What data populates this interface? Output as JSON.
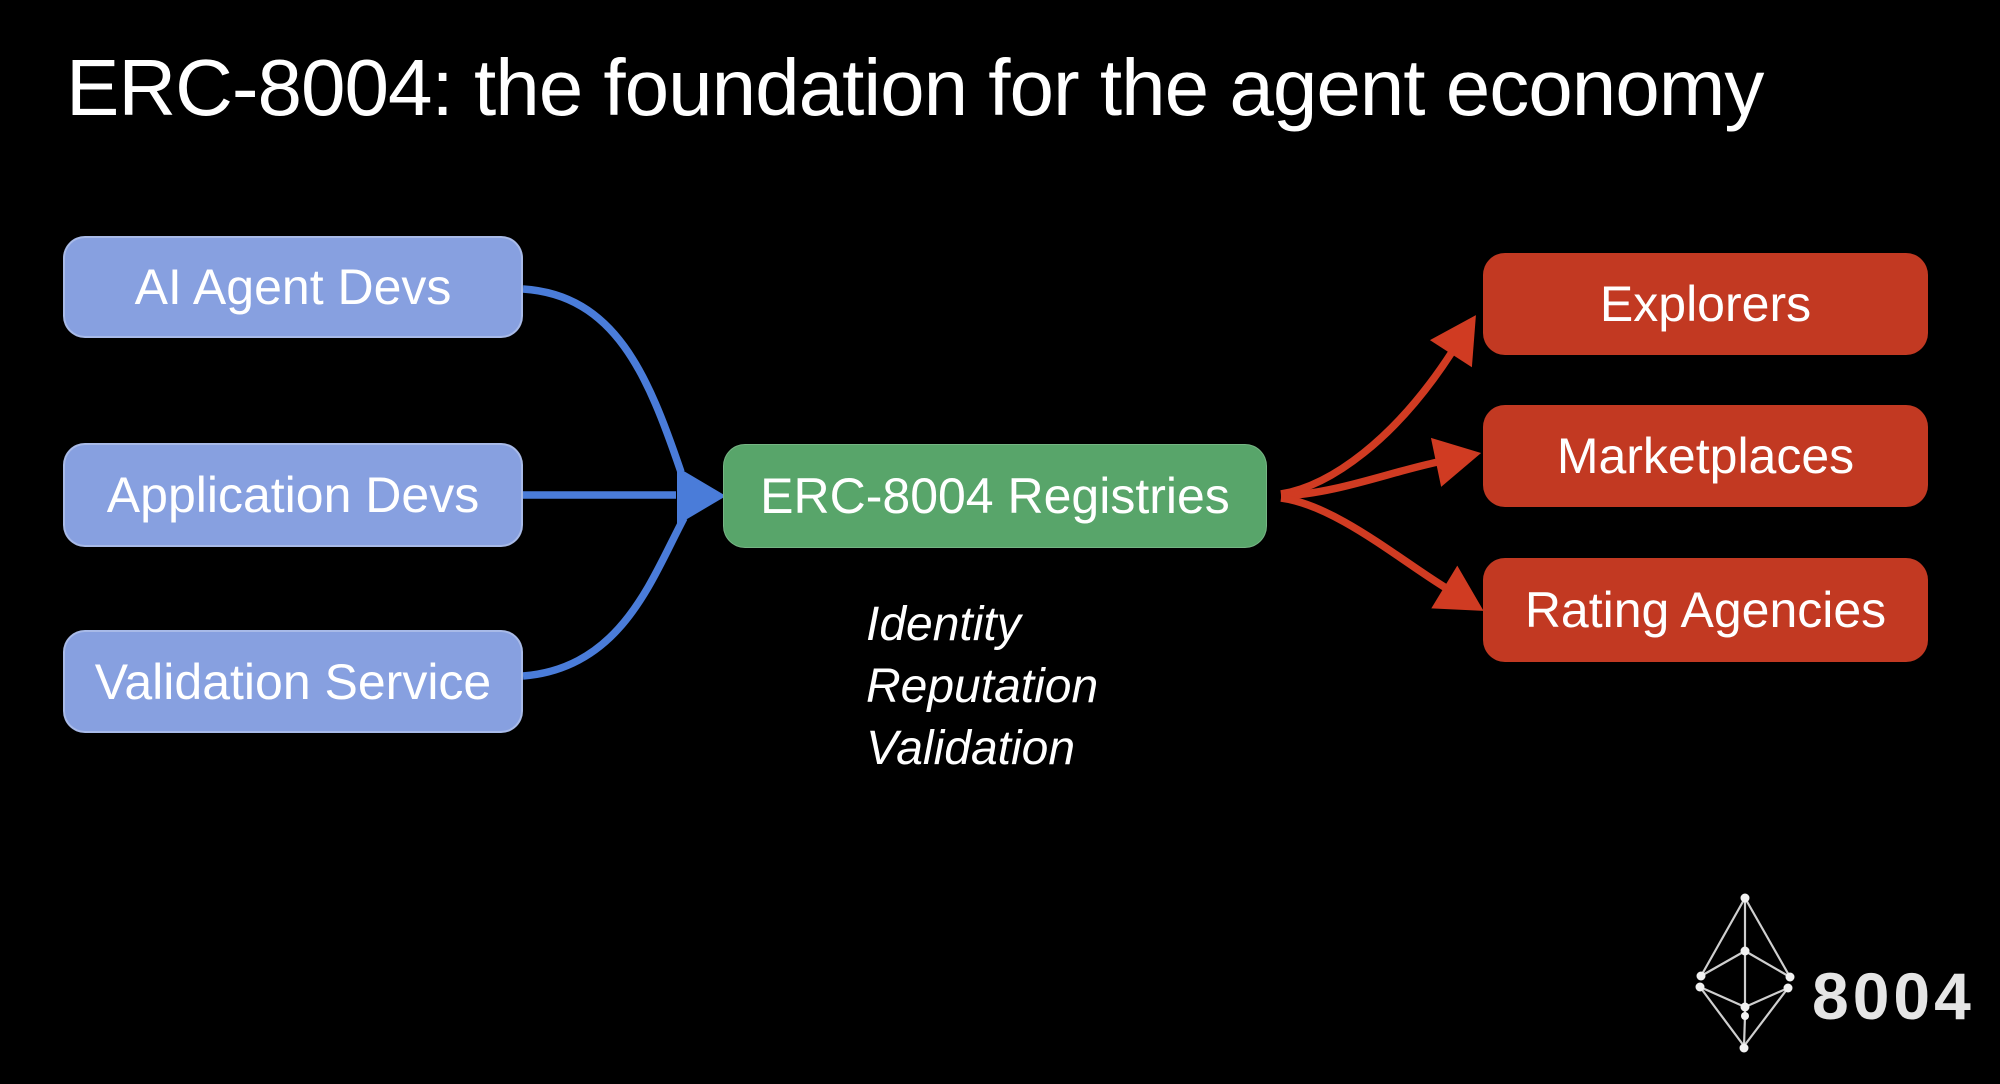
{
  "slide": {
    "title": "ERC-8004: the foundation for the agent economy",
    "background_color": "#000000",
    "text_color": "#ffffff"
  },
  "diagram": {
    "sources": {
      "fill_color": "#87a0e0",
      "arrow_color": "#4a7cd9",
      "items": [
        {
          "label": "AI Agent Devs"
        },
        {
          "label": "Application Devs"
        },
        {
          "label": "Validation Service"
        }
      ]
    },
    "registry": {
      "label": "ERC-8004 Registries",
      "fill_color": "#58a56a",
      "sublabels": [
        "Identity",
        "Reputation",
        "Validation"
      ]
    },
    "consumers": {
      "fill_color": "#c23922",
      "arrow_color": "#d03b22",
      "items": [
        {
          "label": "Explorers"
        },
        {
          "label": "Marketplaces"
        },
        {
          "label": "Rating Agencies"
        }
      ]
    }
  },
  "logo": {
    "icon": "ethereum-wireframe-icon",
    "label": "8004"
  }
}
